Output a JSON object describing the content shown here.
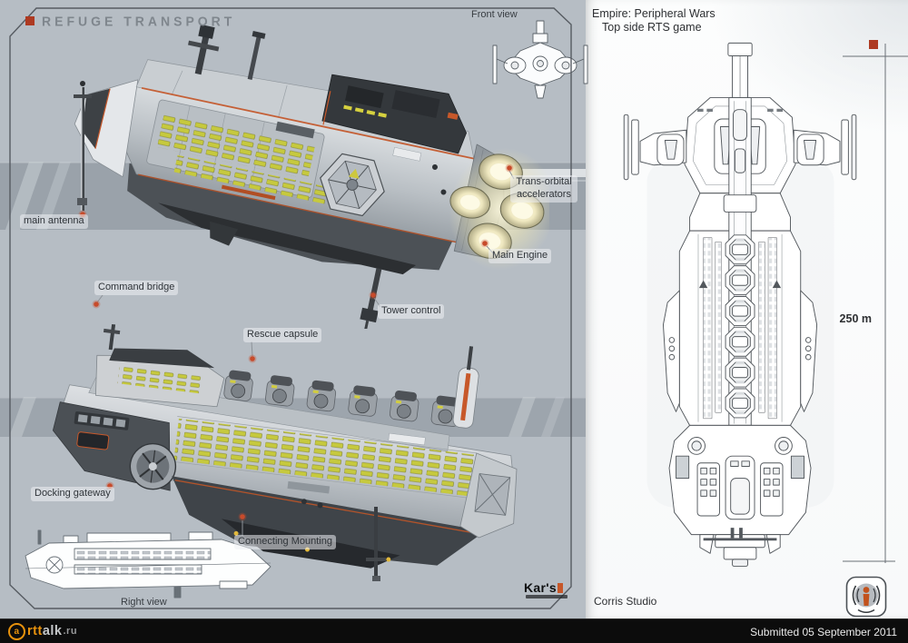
{
  "title": {
    "text": "REFUGE TRANSPORT"
  },
  "left_panel": {
    "front_view_label": "Front view",
    "right_view_label": "Right view",
    "callouts": [
      {
        "text": "main antenna"
      },
      {
        "text": "Trans-orbital accelerators"
      },
      {
        "text": "Main Engine"
      },
      {
        "text": "Command bridge"
      },
      {
        "text": "Tower control"
      },
      {
        "text": "Rescue capsule"
      },
      {
        "text": "Docking gateway"
      },
      {
        "text": "Connecting Mounting"
      }
    ],
    "artist_signature": "Kar's"
  },
  "right_panel": {
    "heading_line1": "Empire: Peripheral Wars",
    "heading_line2": "Top side RTS game",
    "scale_label": "250 m",
    "studio_credit": "Corris Studio"
  },
  "footer": {
    "logo": {
      "circle_letter": "a",
      "orange_part": "rtt",
      "light_part": "alk",
      "tld": ".ru"
    },
    "submitted_text": "Submitted 05 September 2011"
  },
  "colors": {
    "left_background": "#b6bdc4",
    "stripe_band": "#9aa2aa",
    "accent_red": "#ae3a22",
    "accent_orange": "#c7582a",
    "panel_yellow": "#c3c63c",
    "engine_glow": "#f7f2cf",
    "footer_background": "#0c0c0c",
    "site_logo_orange": "#e8920c"
  }
}
